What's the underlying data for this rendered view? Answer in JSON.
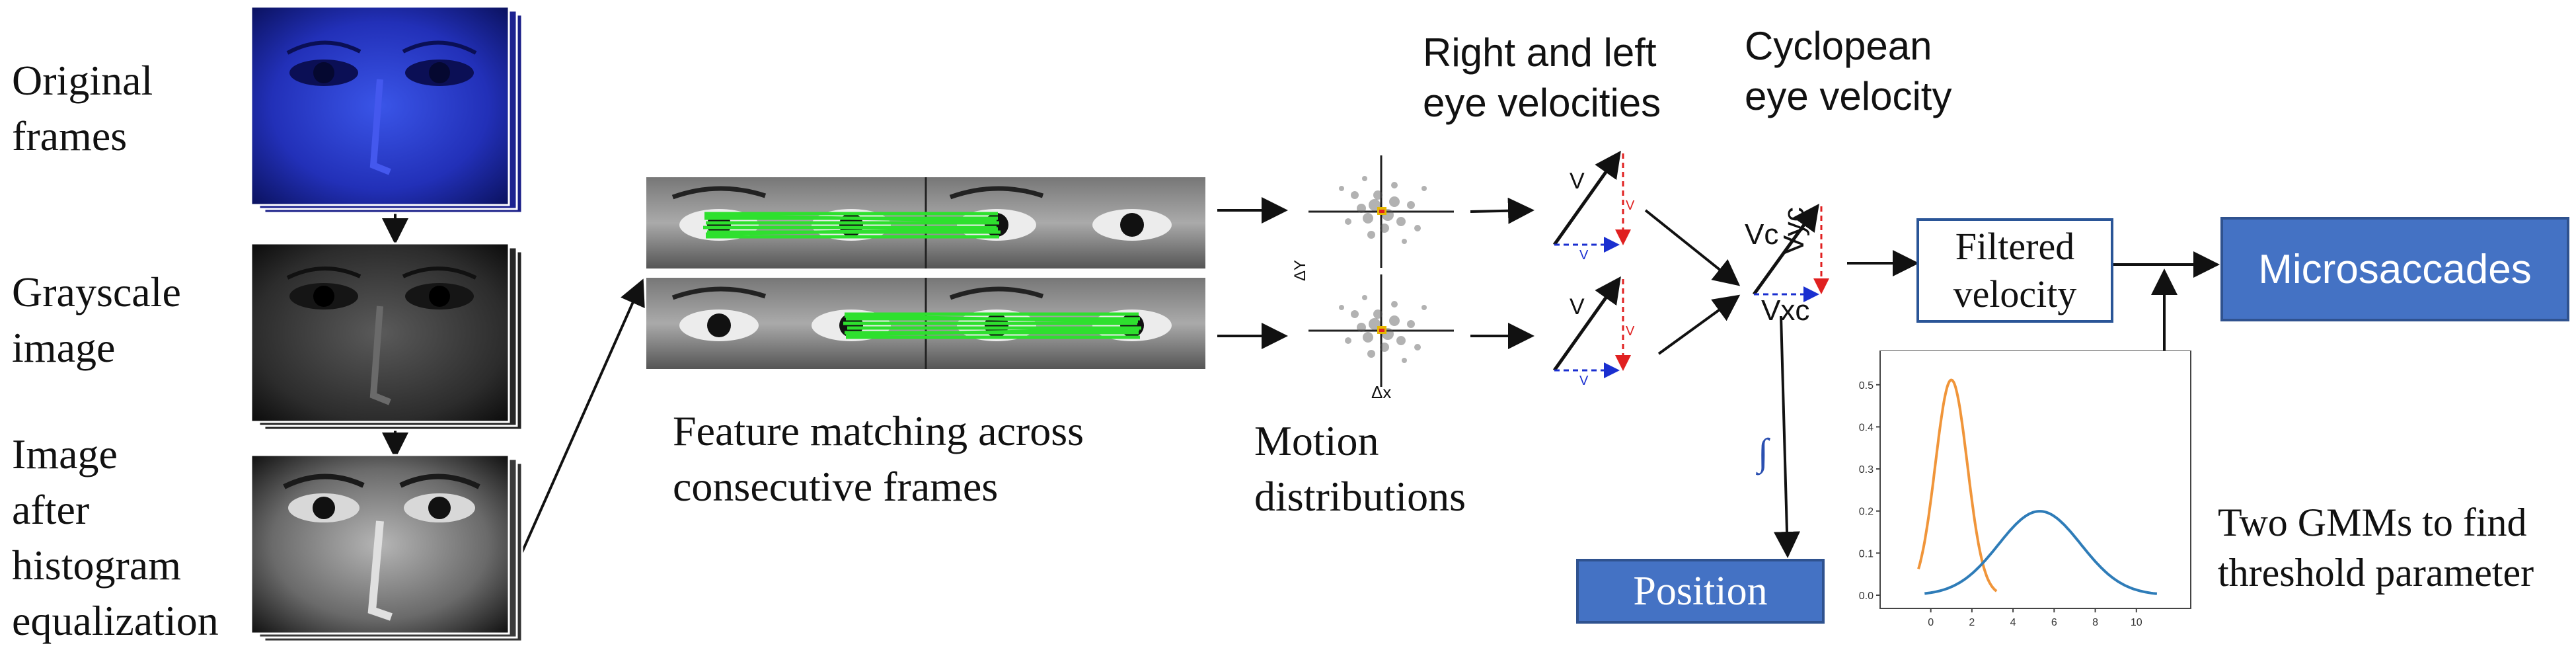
{
  "left_labels": {
    "original_line1": "Original",
    "original_line2": "frames",
    "gray_line1": "Grayscale",
    "gray_line2": "image",
    "hist_line1": "Image",
    "hist_line2": "after",
    "hist_line3": "histogram",
    "hist_line4": "equalization"
  },
  "feature_caption_line1": "Feature matching across",
  "feature_caption_line2": "consecutive frames",
  "motion_caption_line1": "Motion",
  "motion_caption_line2": "distributions",
  "motion_axis_y": "ΔY",
  "motion_axis_x": "Δx",
  "velocities_title_line1": "Right and left",
  "velocities_title_line2": "eye velocities",
  "cyclopean_title_line1": "Cyclopean",
  "cyclopean_title_line2": "eye velocity",
  "vector_labels": {
    "v": "V",
    "vy": "V",
    "vx": "V",
    "vc": "Vc",
    "vxc": "Vxc",
    "vyc": "Vyc"
  },
  "filtered_box_line1": "Filtered",
  "filtered_box_line2": "velocity",
  "microsaccades_box": "Microsaccades",
  "position_box": "Position",
  "integral_symbol": "∫",
  "gmm_caption_line1": "Two GMMs to find",
  "gmm_caption_line2": "threshold parameter",
  "colors": {
    "orange_curve": "#f0953a",
    "blue_curve": "#2e7cb8",
    "box_blue": "#4472c4",
    "box_border": "#2a5597",
    "match_green": "#2ee02e",
    "original_blue": "#2a3fd0"
  },
  "chart_data": {
    "type": "line",
    "x_ticks": [
      "0",
      "2",
      "4",
      "6",
      "8",
      "10"
    ],
    "y_ticks": [
      "0.0",
      "0.1",
      "0.2",
      "0.3",
      "0.4",
      "0.5"
    ],
    "xlim": [
      -1.5,
      12
    ],
    "ylim": [
      0,
      0.55
    ],
    "series": [
      {
        "color": "#f0953a",
        "mean": 1.0,
        "sd": 0.78,
        "x_range": [
          -0.6,
          3.2
        ]
      },
      {
        "color": "#2e7cb8",
        "mean": 5.3,
        "sd": 2.0,
        "x_range": [
          -0.3,
          11
        ]
      }
    ]
  }
}
